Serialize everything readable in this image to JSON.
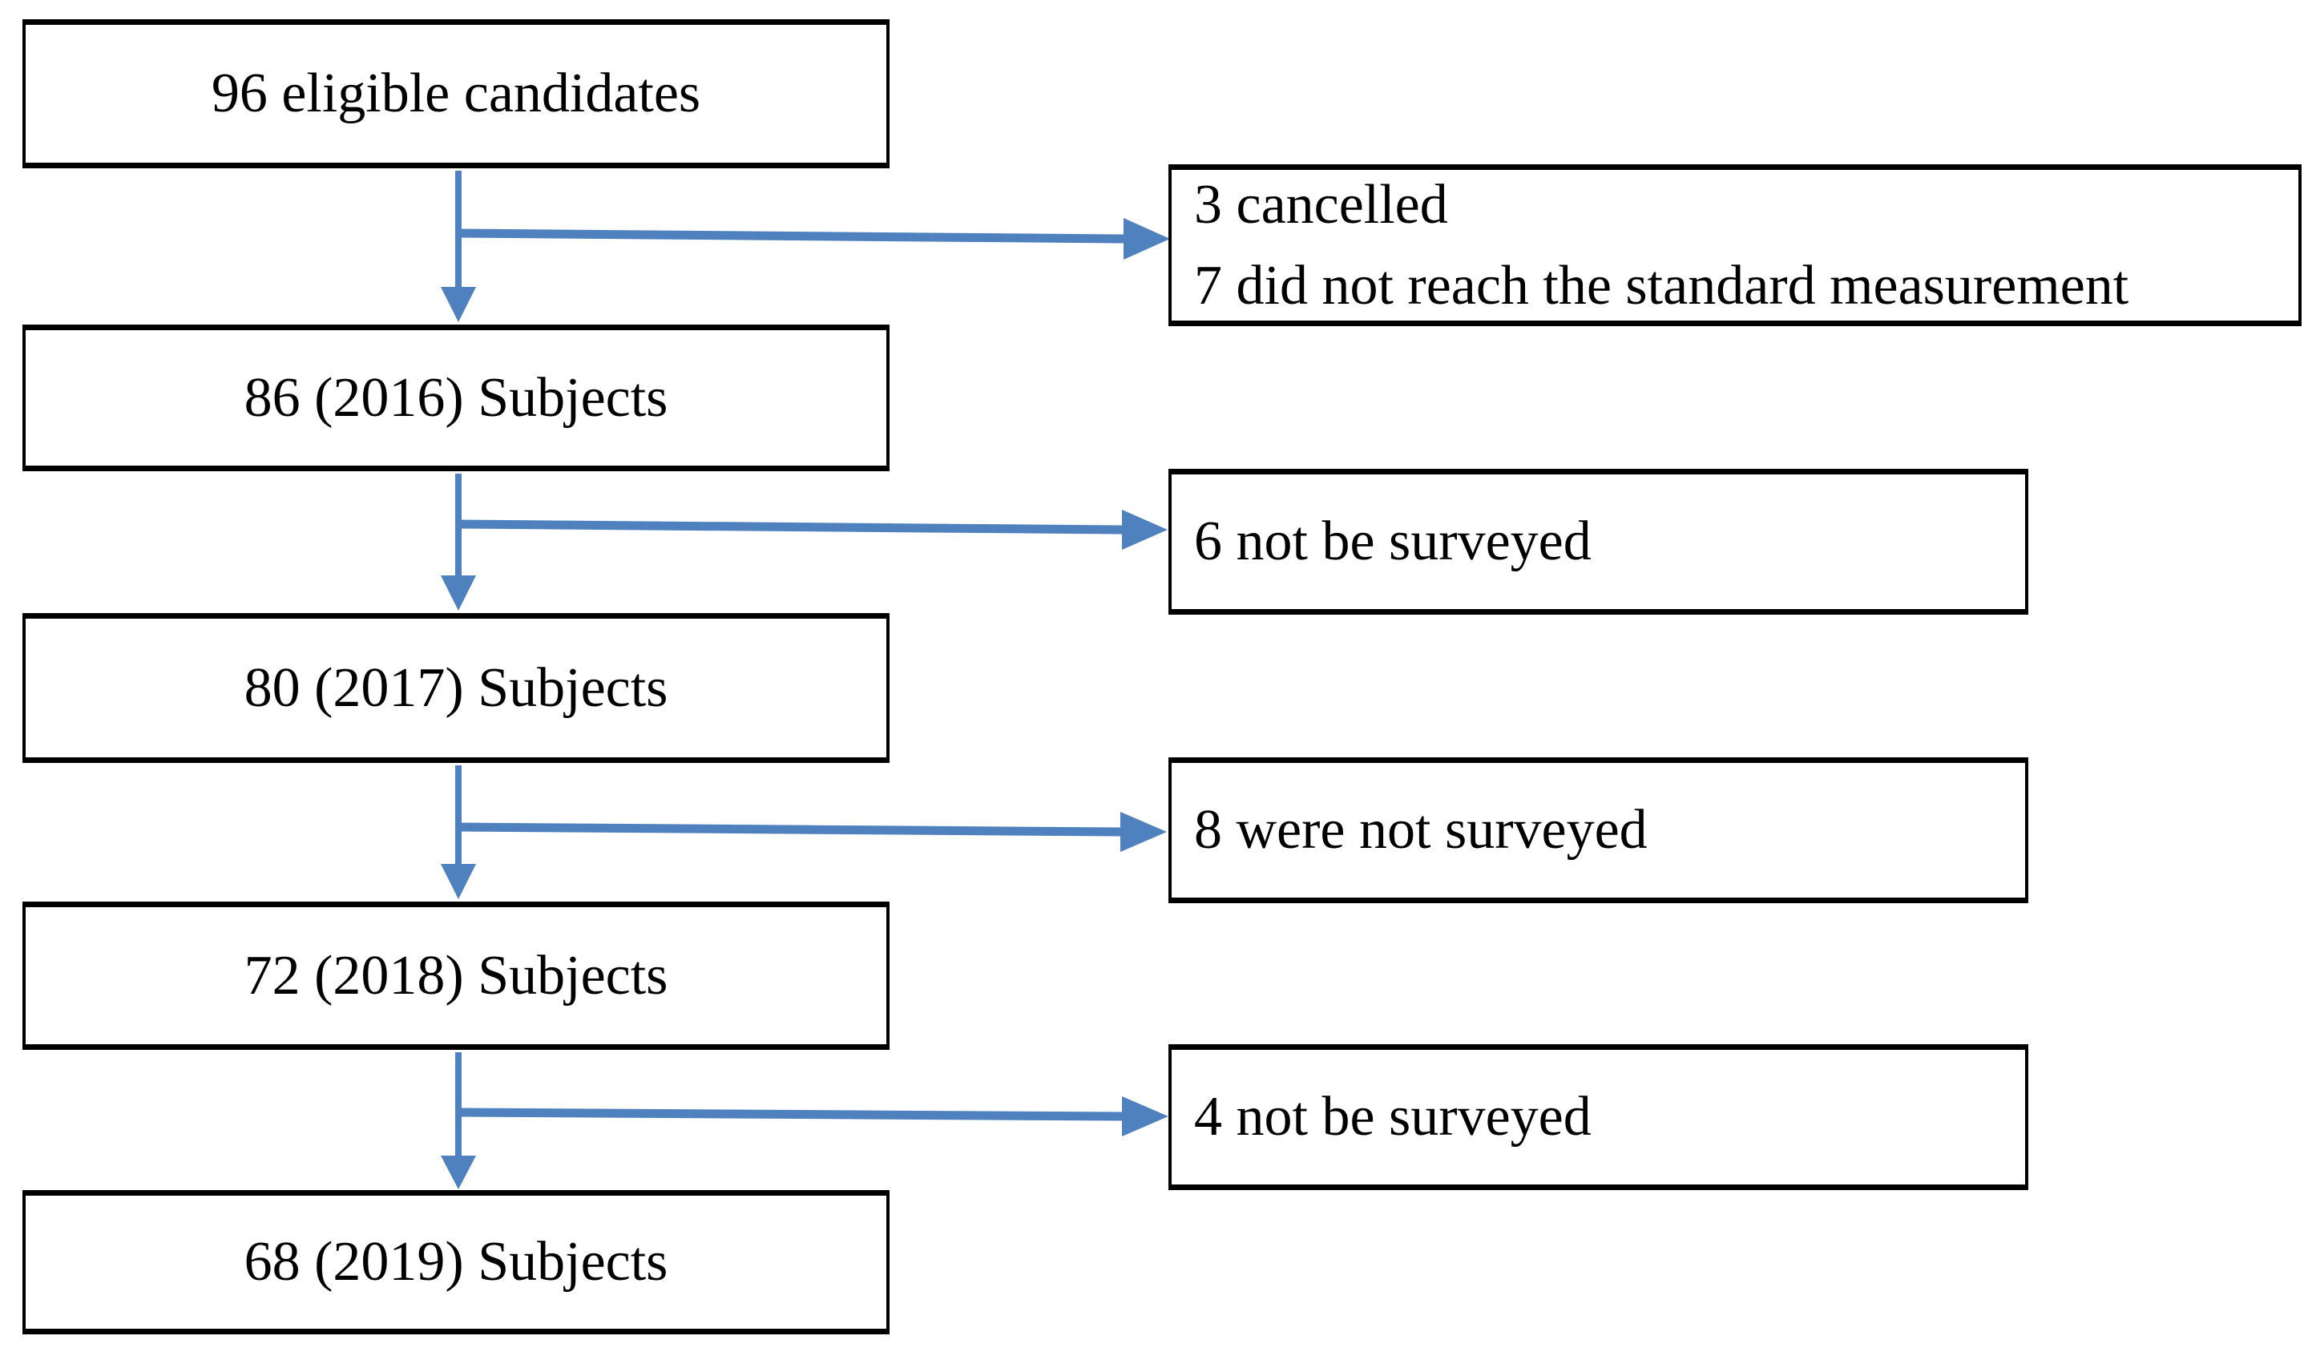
{
  "diagram": {
    "type": "flowchart",
    "flow_boxes": [
      {
        "id": "box-eligible",
        "label": "96 eligible candidates"
      },
      {
        "id": "box-2016",
        "label": "86 (2016) Subjects"
      },
      {
        "id": "box-2017",
        "label": "80 (2017) Subjects"
      },
      {
        "id": "box-2018",
        "label": "72 (2018) Subjects"
      },
      {
        "id": "box-2019",
        "label": "68 (2019) Subjects"
      }
    ],
    "exclusion_boxes": [
      {
        "id": "excl-1",
        "lines": [
          "3 cancelled",
          "7 did not reach the standard measurement"
        ]
      },
      {
        "id": "excl-2",
        "lines": [
          "6 not be surveyed"
        ]
      },
      {
        "id": "excl-3",
        "lines": [
          "8 were not surveyed"
        ]
      },
      {
        "id": "excl-4",
        "lines": [
          "4 not be surveyed"
        ]
      }
    ],
    "colors": {
      "arrow": "#4E81BD",
      "border": "#000000",
      "background": "#FFFFFF",
      "text": "#000000"
    }
  }
}
